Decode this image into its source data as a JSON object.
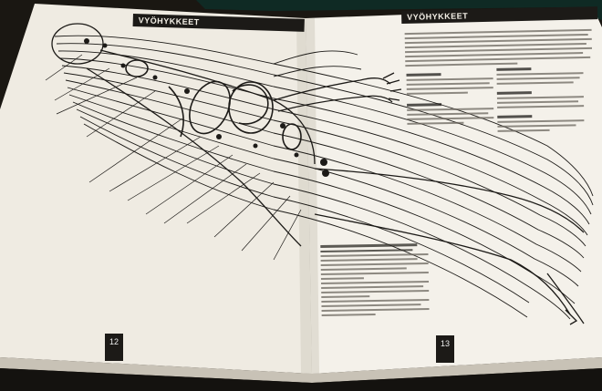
{
  "book": {
    "left_page": {
      "header": "VYÖHYKKEET",
      "page_number": "12"
    },
    "right_page": {
      "header": "VYÖHYKKEET",
      "page_number": "13"
    }
  },
  "colors": {
    "paper": "#f1ede4",
    "ink": "#1c1a17",
    "background": "#1a1712"
  }
}
